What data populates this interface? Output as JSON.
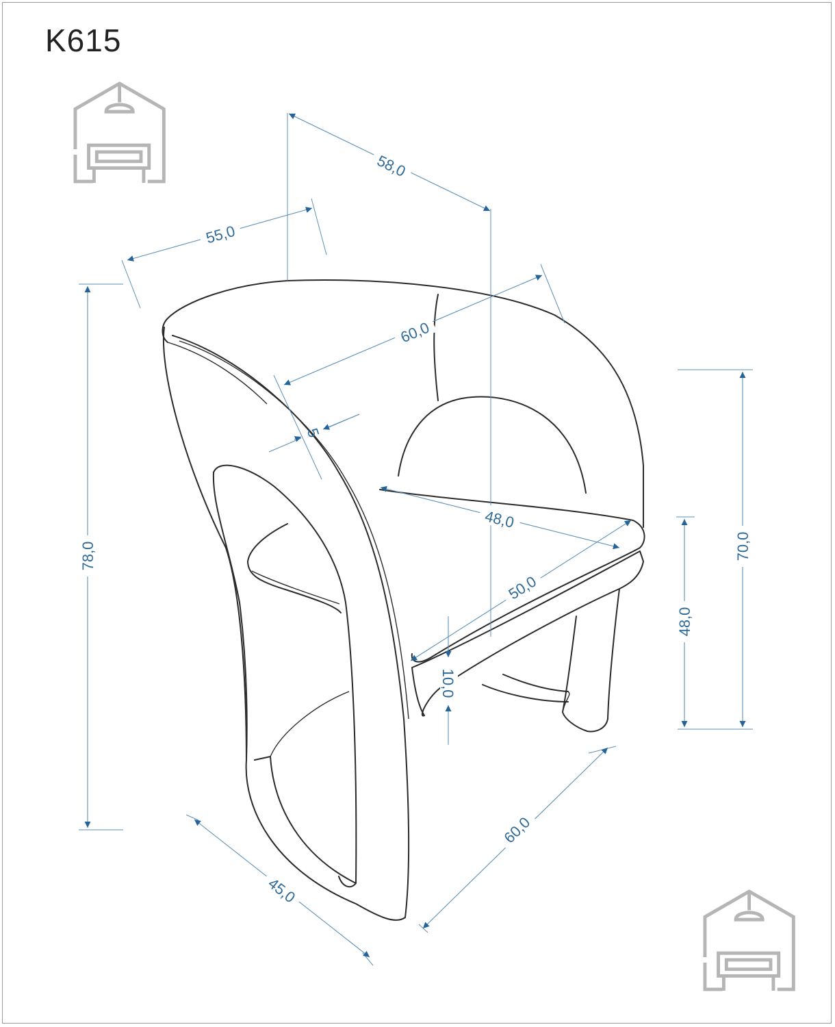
{
  "model": "K615",
  "dimensions": {
    "depth_top": "58,0",
    "depth_arm": "55,0",
    "width_inner_back": "60,0",
    "frame_thickness": "5",
    "seat_depth": "48,0",
    "seat_width": "50,0",
    "seat_cushion": "10,0",
    "total_height": "78,0",
    "arm_height": "70,0",
    "seat_height": "48,0",
    "base_depth": "45,0",
    "base_width": "60,0"
  },
  "colors": {
    "dimension": "#2f6a98",
    "outline": "#2a2a2a",
    "logo": "#b5b5b5"
  },
  "icons": [
    "house-sofa-logo-icon"
  ]
}
